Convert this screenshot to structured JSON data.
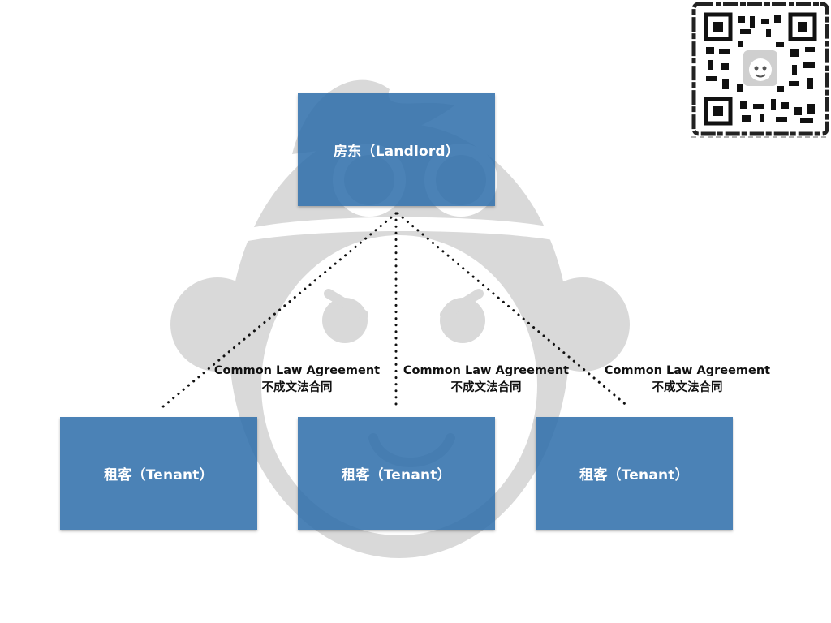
{
  "diagram": {
    "landlord": {
      "label": "房东（Landlord）"
    },
    "tenants": [
      {
        "label": "租客（Tenant）"
      },
      {
        "label": "租客（Tenant）"
      },
      {
        "label": "租客（Tenant）"
      }
    ],
    "relations": [
      {
        "label_en": "Common Law Agreement",
        "label_zh": "不成文法合同"
      },
      {
        "label_en": "Common Law Agreement",
        "label_zh": "不成文法合同"
      },
      {
        "label_en": "Common Law Agreement",
        "label_zh": "不成文法合同"
      }
    ]
  },
  "colors": {
    "node_fill": "#2d6eaa",
    "watermark": "#d6d6d6",
    "connector": "#111111"
  },
  "icons": {
    "watermark": "monkey-logo-icon",
    "qr": "qr-code-icon"
  }
}
